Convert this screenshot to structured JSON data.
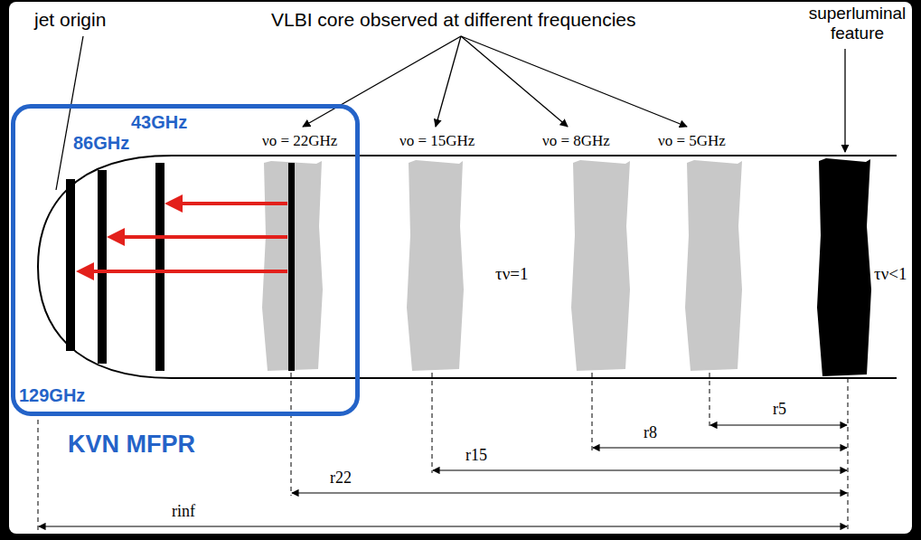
{
  "diagram": {
    "nodes": [
      {
        "text": [
          "43GHz",
          "86GHz",
          "129GHz",
          "KVN MFPR"
        ]
      }
    ],
    "labels": [
      "jet origin",
      "VLBI core observed at different frequencies",
      "superluminal feature",
      "νo = 22GHz",
      "νo = 15GHz",
      "νo = 8GHz",
      "νo = 5GHz",
      "τν=1",
      "τν<1",
      "r5",
      "r8",
      "r15",
      "r22",
      "rinf"
    ]
  }
}
